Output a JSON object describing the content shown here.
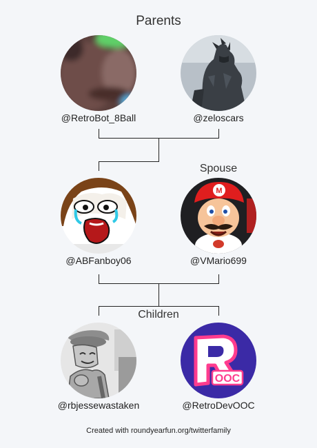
{
  "headings": {
    "parents": "Parents",
    "spouse": "Spouse",
    "children": "Children"
  },
  "parents": [
    {
      "handle": "@RetroBot_8Ball",
      "avatar_icon": "blurred-face-avatar"
    },
    {
      "handle": "@zeloscars",
      "avatar_icon": "godzilla-avatar"
    }
  ],
  "self": {
    "handle": "@ABFanboy06",
    "avatar_icon": "crying-cartoon-avatar"
  },
  "spouse": {
    "handle": "@VMario699",
    "avatar_icon": "mario-avatar"
  },
  "children": [
    {
      "handle": "@rbjessewastaken",
      "avatar_icon": "grayscale-character-avatar"
    },
    {
      "handle": "@RetroDevOOC",
      "avatar_icon": "roblox-ooc-logo-avatar"
    }
  ],
  "footer": "Created with roundyearfun.org/twitterfamily",
  "colors": {
    "background": "#f4f6f9",
    "lines": "#222222",
    "ooc_purple": "#3b2aa6",
    "ooc_pink": "#ff3c8e"
  }
}
